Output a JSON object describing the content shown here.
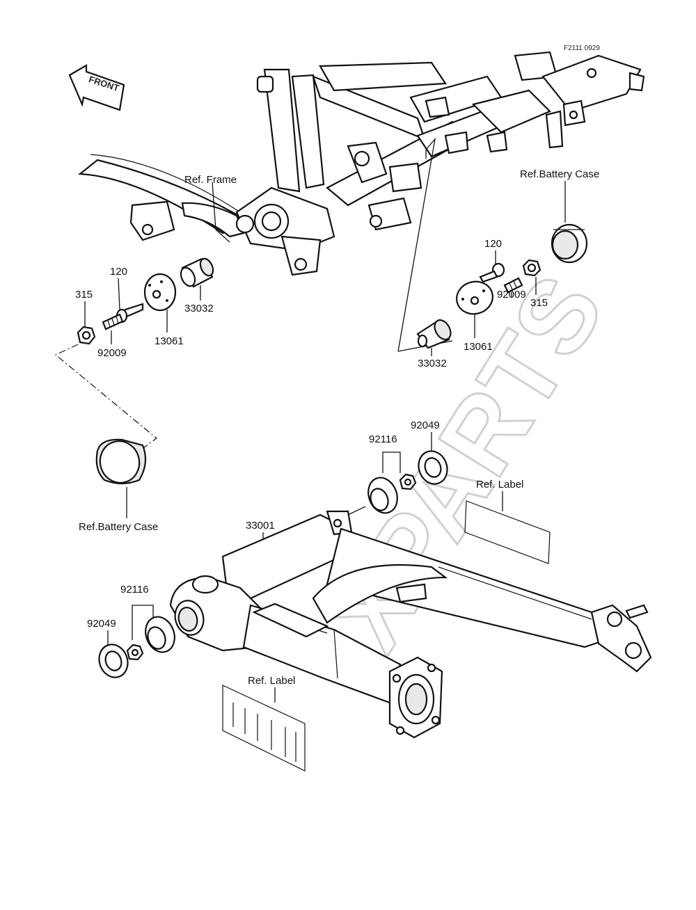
{
  "corner_code": "F2111 0929",
  "front_arrow_label": "FRONT",
  "watermark": "XPARTS",
  "labels": {
    "ref_frame": "Ref. Frame",
    "ref_battery_case_right": "Ref.Battery Case",
    "ref_battery_case_left": "Ref.Battery Case",
    "ref_label_right": "Ref. Label",
    "ref_label_bottom": "Ref. Label",
    "left_bolt_120": "120",
    "left_nut_315": "315",
    "left_stud_92009": "92009",
    "left_plate_13061": "13061",
    "left_collar_33032": "33032",
    "right_bolt_120": "120",
    "right_nut_315": "315",
    "right_stud_92009": "92009",
    "right_plate_13061": "13061",
    "right_collar_33032": "33032",
    "swingarm_33001": "33001",
    "upper_spacer_92116": "92116",
    "upper_seal_92049": "92049",
    "lower_spacer_92116": "92116",
    "lower_seal_92049": "92049"
  }
}
